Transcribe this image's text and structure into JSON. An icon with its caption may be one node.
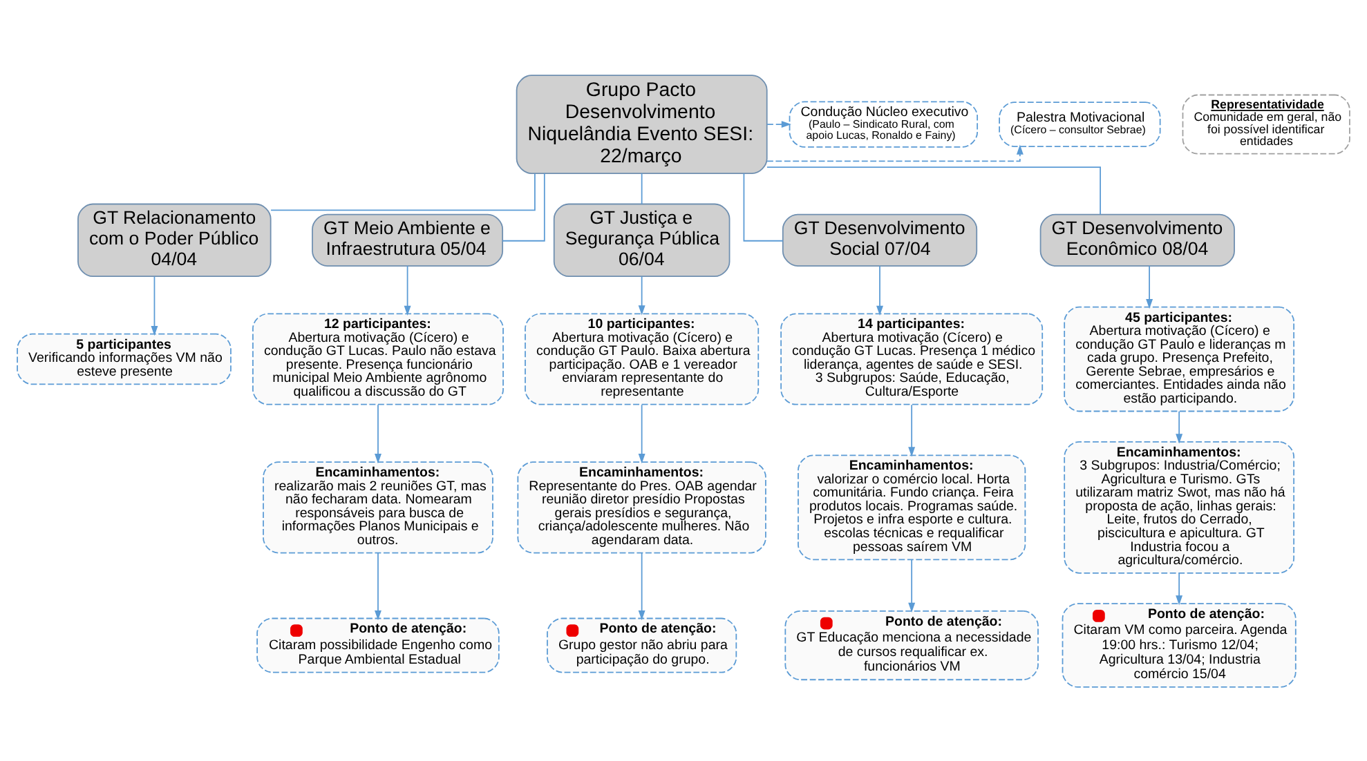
{
  "diagram": {
    "nodes": [
      {
        "text": [
          "Grupo Pacto Desenvolvimento Niquelândia Evento SESI: 22/março"
        ]
      },
      {
        "text": [
          "Palestra Motivacional",
          "(Cícero – consultor Sebrae)"
        ]
      },
      {
        "text": [
          "Condução Núcleo executivo",
          "(Paulo – Sindicato Rural, com apoio Lucas, Ronaldo e Fainy)"
        ]
      },
      {
        "text": [
          "Representatividade",
          "Comunidade em geral, não foi possível identificar entidades"
        ]
      },
      {
        "text": [
          "GT Relacionamento com o Poder Público 04/04"
        ]
      },
      {
        "text": [
          "GT Meio Ambiente e Infraestrutura 05/04"
        ]
      },
      {
        "text": [
          "GT Justiça e Segurança Pública 06/04"
        ]
      },
      {
        "text": [
          "GT Desenvolvimento Social 07/04"
        ]
      },
      {
        "text": [
          "GT Desenvolvimento Econômico 08/04"
        ]
      },
      {
        "text": [
          "5 participantes",
          "Verificando informações VM não esteve presente"
        ]
      },
      {
        "text": [
          "12 participantes:",
          "Abertura motivação (Cícero) e condução GT Lucas. Paulo não estava presente. Presença funcionário municipal Meio Ambiente agrônomo qualificou a discussão do GT"
        ]
      },
      {
        "text": [
          "Encaminhamentos:",
          "realizarão mais 2 reuniões GT, mas não fecharam data. Nomearam responsáveis para busca de informações Planos Municipais e outros."
        ]
      },
      {
        "text": [
          "Ponto de atenção:",
          "Citaram possibilidade Engenho como Parque Ambiental Estadual"
        ]
      },
      {
        "text": [
          "10 participantes:",
          "Abertura motivação (Cícero) e condução GT Paulo. Baixa abertura participação. OAB e 1 vereador enviaram representante do representante"
        ]
      },
      {
        "text": [
          "Encaminhamentos:",
          "Representante do Pres. OAB agendar reunião diretor presídio Propostas gerais presídios e segurança, criança/adolescente mulheres. Não agendaram data."
        ]
      },
      {
        "text": [
          "Ponto de atenção:",
          "Grupo gestor não abriu para participação do grupo."
        ]
      },
      {
        "text": [
          "14 participantes:",
          "Abertura motivação (Cícero) e condução GT Lucas. Presença 1 médico liderança, agentes de saúde e SESI. 3 Subgrupos: Saúde, Educação, Cultura/Esporte"
        ]
      },
      {
        "text": [
          "Encaminhamentos:",
          "valorizar o comércio local. Horta comunitária. Fundo criança. Feira produtos locais. Programas saúde. Projetos e infra esporte e cultura. escolas técnicas e requalificar pessoas saírem VM"
        ]
      },
      {
        "text": [
          "Ponto de atenção:",
          "GT Educação menciona a necessidade de cursos requalificar ex. funcionários VM"
        ]
      },
      {
        "text": [
          "45 participantes:",
          "Abertura motivação (Cícero) e condução GT Paulo e lideranças m cada grupo. Presença Prefeito, Gerente Sebrae, empresários e comerciantes. Entidades ainda não estão participando."
        ]
      },
      {
        "text": [
          "Encaminhamentos:",
          "3 Subgrupos: Industria/Comércio; Agricultura e Turismo. GTs utilizaram matriz Swot, mas não há proposta de ação, linhas gerais: Leite, frutos do Cerrado, piscicultura e apicultura. GT Industria focou a agricultura/comércio."
        ]
      },
      {
        "text": [
          "Ponto de atenção:",
          "Citaram VM como parceira. Agenda 19:00 hrs.: Turismo 12/04; Agricultura 13/04; Industria comércio 15/04"
        ]
      }
    ],
    "edges": [
      {
        "from": 0,
        "to": 1,
        "arrow": "to",
        "style": "dashed"
      },
      {
        "from": 0,
        "to": 2,
        "arrow": "to",
        "style": "dashed"
      },
      {
        "from": 0,
        "to": 4,
        "arrow": "none"
      },
      {
        "from": 0,
        "to": 5,
        "arrow": "none"
      },
      {
        "from": 0,
        "to": 6,
        "arrow": "none"
      },
      {
        "from": 0,
        "to": 7,
        "arrow": "none"
      },
      {
        "from": 0,
        "to": 8,
        "arrow": "none"
      },
      {
        "from": 4,
        "to": 9,
        "arrow": "to"
      },
      {
        "from": 5,
        "to": 10,
        "arrow": "to"
      },
      {
        "from": 10,
        "to": 11,
        "arrow": "to"
      },
      {
        "from": 11,
        "to": 12,
        "arrow": "to"
      },
      {
        "from": 6,
        "to": 13,
        "arrow": "to"
      },
      {
        "from": 13,
        "to": 14,
        "arrow": "to"
      },
      {
        "from": 14,
        "to": 15,
        "arrow": "to"
      },
      {
        "from": 7,
        "to": 16,
        "arrow": "to"
      },
      {
        "from": 16,
        "to": 17,
        "arrow": "to"
      },
      {
        "from": 17,
        "to": 18,
        "arrow": "to"
      },
      {
        "from": 8,
        "to": 19,
        "arrow": "to"
      },
      {
        "from": 19,
        "to": 20,
        "arrow": "to"
      },
      {
        "from": 20,
        "to": 21,
        "arrow": "to"
      }
    ]
  }
}
